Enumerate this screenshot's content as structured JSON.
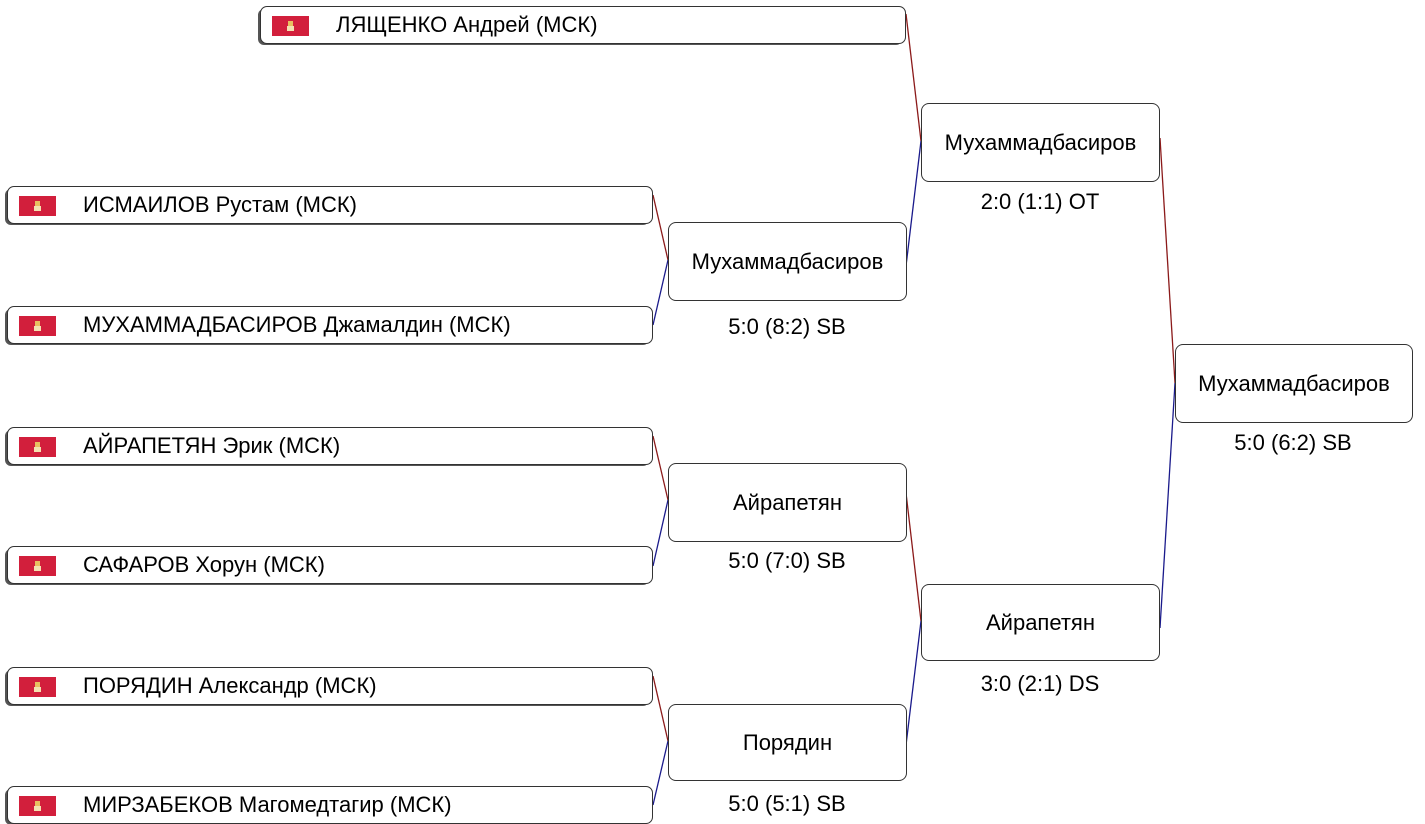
{
  "colors": {
    "red_corner": "#8b1a1a",
    "blue_corner": "#1a1a8b",
    "flag": "#d21f3c"
  },
  "athletes": [
    {
      "name": "ЛЯЩЕНКО Андрей (МСК)",
      "flag_icon": "moscow-flag-icon"
    },
    {
      "name": "ИСМАИЛОВ Рустам (МСК)",
      "flag_icon": "moscow-flag-icon"
    },
    {
      "name": "МУХАММАДБАСИРОВ Джамалдин (МСК)",
      "flag_icon": "moscow-flag-icon"
    },
    {
      "name": "АЙРАПЕТЯН Эрик (МСК)",
      "flag_icon": "moscow-flag-icon"
    },
    {
      "name": "САФАРОВ Хорун (МСК)",
      "flag_icon": "moscow-flag-icon"
    },
    {
      "name": "ПОРЯДИН Александр (МСК)",
      "flag_icon": "moscow-flag-icon"
    },
    {
      "name": "МИРЗАБЕКОВ Магомедтагир (МСК)",
      "flag_icon": "moscow-flag-icon"
    }
  ],
  "matches": {
    "r1_a": {
      "winner": "Мухаммадбасиров",
      "score": "5:0 (8:2) SB"
    },
    "r1_b": {
      "winner": "Айрапетян",
      "score": "5:0 (7:0) SB"
    },
    "r1_c": {
      "winner": "Порядин",
      "score": "5:0 (5:1) SB"
    },
    "r2_a": {
      "winner": "Мухаммадбасиров",
      "score": "2:0 (1:1) OT"
    },
    "r2_b": {
      "winner": "Айрапетян",
      "score": "3:0 (2:1) DS"
    },
    "final": {
      "winner": "Мухаммадбасиров",
      "score": "5:0 (6:2) SB"
    }
  }
}
